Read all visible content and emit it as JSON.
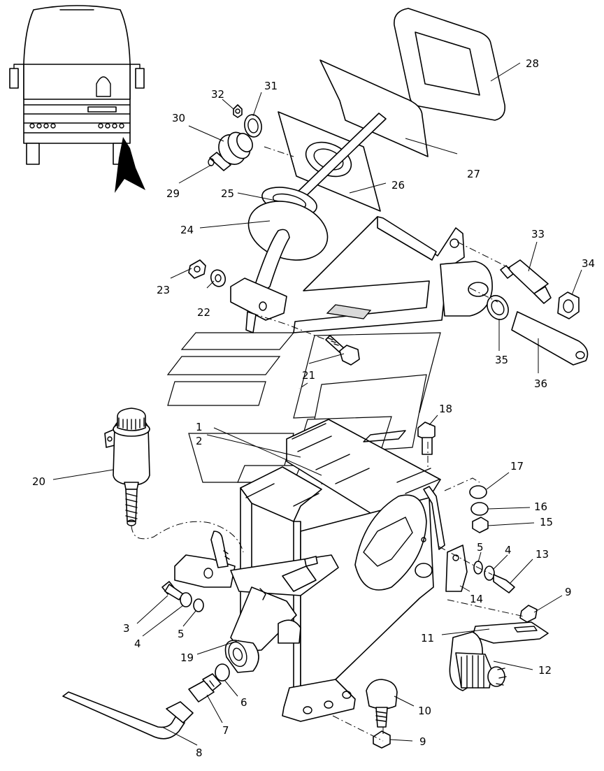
{
  "labels": {
    "l1": "1",
    "l2": "2",
    "l3": "3",
    "l4a": "4",
    "l4b": "4",
    "l5a": "5",
    "l5b": "5",
    "l6": "6",
    "l7": "7",
    "l8": "8",
    "l9a": "9",
    "l9b": "9",
    "l10": "10",
    "l11": "11",
    "l12": "12",
    "l13": "13",
    "l14": "14",
    "l15": "15",
    "l16": "16",
    "l17": "17",
    "l18": "18",
    "l19": "19",
    "l20": "20",
    "l21": "21",
    "l22": "22",
    "l23": "23",
    "l24": "24",
    "l25": "25",
    "l26": "26",
    "l27": "27",
    "l28": "28",
    "l29": "29",
    "l30": "30",
    "l31": "31",
    "l32": "32",
    "l33": "33",
    "l34": "34",
    "l35": "35",
    "l36": "36"
  },
  "icons": {
    "bus": "bus-front-icon",
    "pointer": "location-arrow-icon"
  },
  "colors": {
    "line": "#000000",
    "background": "#ffffff",
    "fill": "#d9d9d9"
  }
}
